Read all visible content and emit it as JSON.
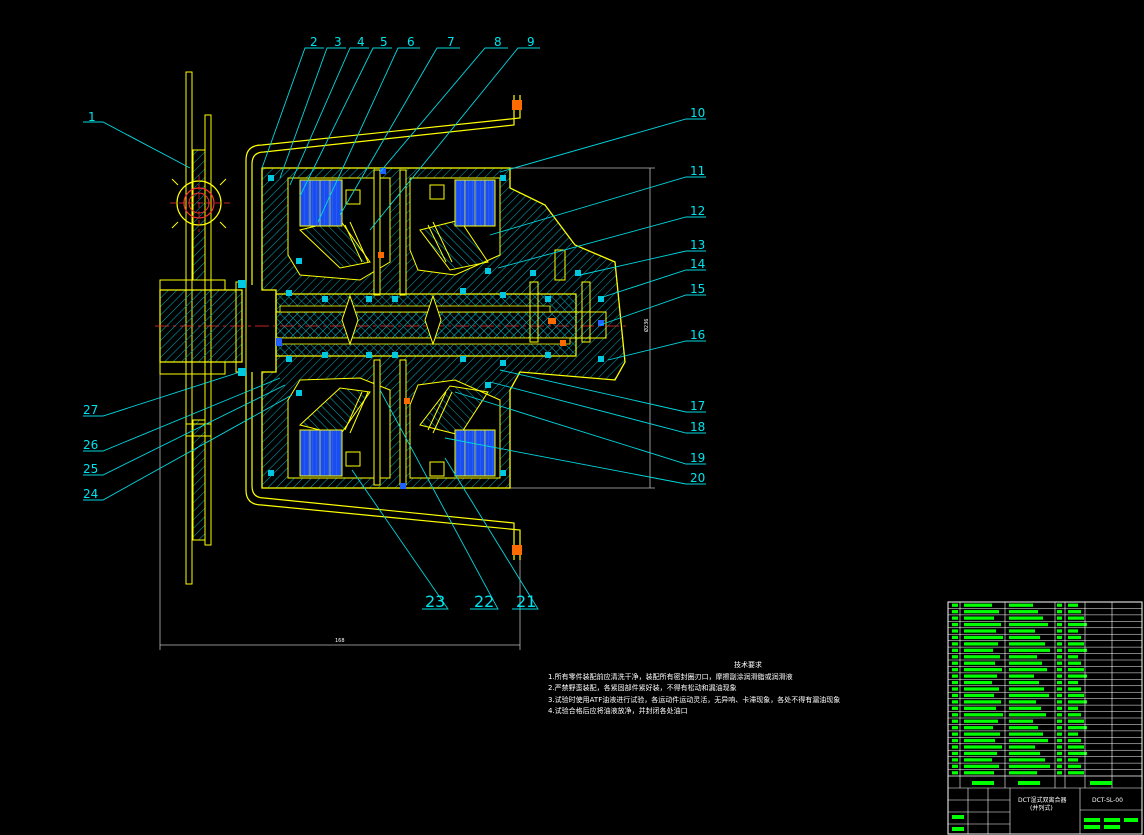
{
  "drawing": {
    "leader_labels": [
      "1",
      "2",
      "3",
      "4",
      "5",
      "6",
      "7",
      "8",
      "9",
      "10",
      "11",
      "12",
      "13",
      "14",
      "15",
      "16",
      "17",
      "18",
      "19",
      "20",
      "21",
      "22",
      "23",
      "24",
      "25",
      "26",
      "27"
    ],
    "dimension_bottom": "168",
    "dimension_right": "Ø236"
  },
  "technical_requirements": {
    "title": "技术要求",
    "items": [
      "1.所有零件装配前应清洗干净，装配所有密封圈刃口，摩擦副涂润滑脂或润滑液",
      "2.严禁野蛮装配，各紧固部件紧好装，不得有松动和漏油现象",
      "3.试验时使用ATF油液进行试验，各运动件运动灵活，无异响、卡滞现象，各处不得有漏油现象",
      "4.试验合格后应将油液放净，并封闭各处油口"
    ]
  },
  "title_block": {
    "name": "DCT湿式双离合器",
    "sub": "(并列式)",
    "drawing_no": "DCT-SL-00"
  },
  "colors": {
    "background": "#000000",
    "outline": "#ffff00",
    "hatch": "#00a8b8",
    "leader": "#00d8e0",
    "friction": "#1a4cf0",
    "frame": "#00ff00"
  }
}
